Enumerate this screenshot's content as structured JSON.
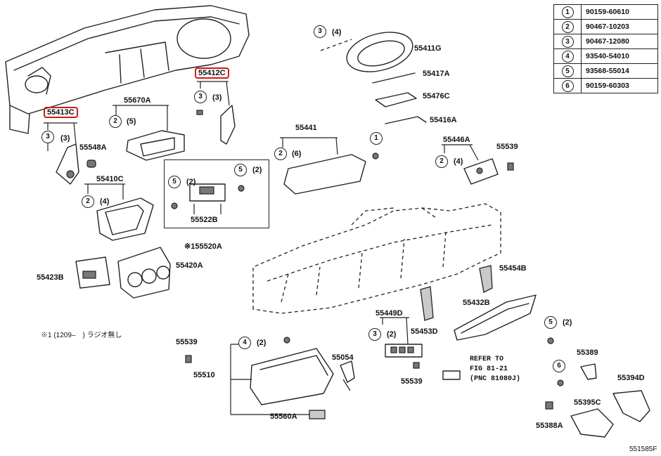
{
  "legend": [
    {
      "num": "1",
      "code": "90159-60610"
    },
    {
      "num": "2",
      "code": "90467-10203"
    },
    {
      "num": "3",
      "code": "90467-12080"
    },
    {
      "num": "4",
      "code": "93540-54010"
    },
    {
      "num": "5",
      "code": "93568-55014"
    },
    {
      "num": "6",
      "code": "90159-60303"
    }
  ],
  "labels": {
    "p55413C": "55413C",
    "p55412C": "55412C",
    "p55670A": "55670A",
    "p55548A": "55548A",
    "p55410C": "55410C",
    "p55522B": "55522B",
    "p155520A": "※155520A",
    "p55423B": "55423B",
    "p55420A": "55420A",
    "p55411G": "55411G",
    "p55417A": "55417A",
    "p55476C": "55476C",
    "p55416A": "55416A",
    "p55441": "55441",
    "p55446A": "55446A",
    "p55539a": "55539",
    "p55454B": "55454B",
    "p55432B": "55432B",
    "p55449D": "55449D",
    "p55453D": "55453D",
    "p55539b": "55539",
    "p55510": "55510",
    "p55054": "55054",
    "p55560A": "55560A",
    "p55539c": "55539",
    "p55389": "55389",
    "p55394D": "55394D",
    "p55395C": "55395C",
    "p55388A": "55388A",
    "diagram_code": "551585F"
  },
  "qty": {
    "q3_4_top": "(4)",
    "q3_3_left": "(3)",
    "q3_3_mid": "(3)",
    "q2_5": "(5)",
    "q2_6": "(6)",
    "q2_4_a": "(4)",
    "q2_4_b": "(4)",
    "q5_2_a": "(2)",
    "q5_2_b": "(2)",
    "q4_2": "(2)",
    "q3_2": "(2)",
    "q5_2_c": "(2)"
  },
  "callout_nums": {
    "c3_top": "3",
    "c3_left": "3",
    "c3_mid": "3",
    "c2_a": "2",
    "c2_b": "2",
    "c2_c": "2",
    "c2_d": "2",
    "c5_a": "5",
    "c5_b": "5",
    "c1": "1",
    "c4": "4",
    "c3_low": "3",
    "c5_c": "5",
    "c6": "6"
  },
  "notes": {
    "footnote": "※1 (1209–　) ラジオ無し",
    "refer_line1": "REFER TO",
    "refer_line2": "FIG 81-21",
    "refer_line3": "(PNC 81080J)"
  },
  "colors": {
    "highlight": "#d01818",
    "ink": "#222222"
  }
}
